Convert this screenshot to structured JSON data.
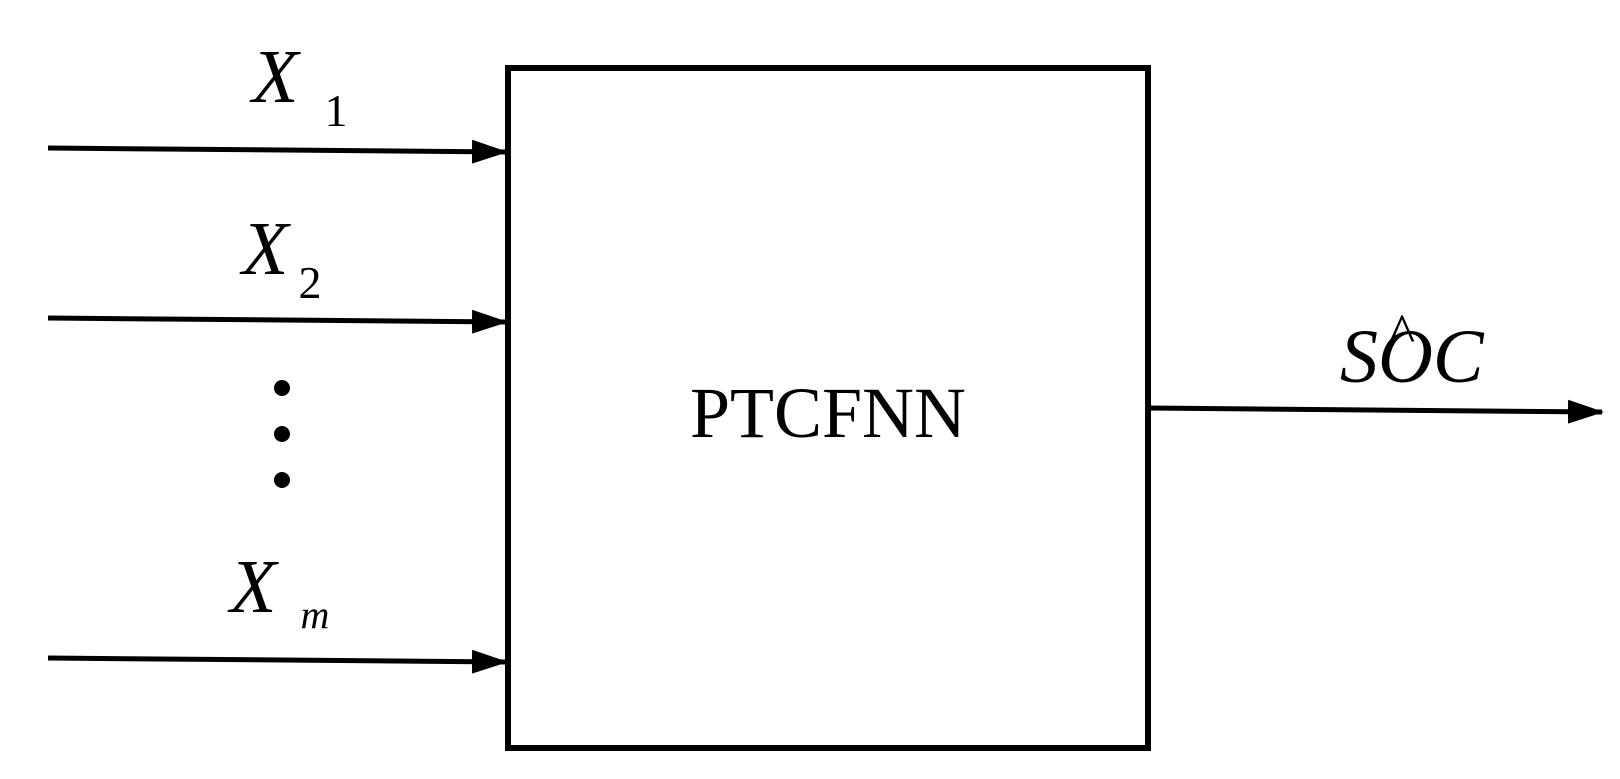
{
  "block": {
    "label": "PTCFNN"
  },
  "inputs": [
    {
      "symbol": "X",
      "subscript": "1"
    },
    {
      "symbol": "X",
      "subscript": "2"
    },
    {
      "symbol": "X",
      "subscript": "m"
    }
  ],
  "output": {
    "prefix": "S",
    "hat_letter": "O",
    "hat_mark": "^",
    "suffix": "C"
  },
  "colors": {
    "stroke": "#000000",
    "background": "#ffffff"
  }
}
